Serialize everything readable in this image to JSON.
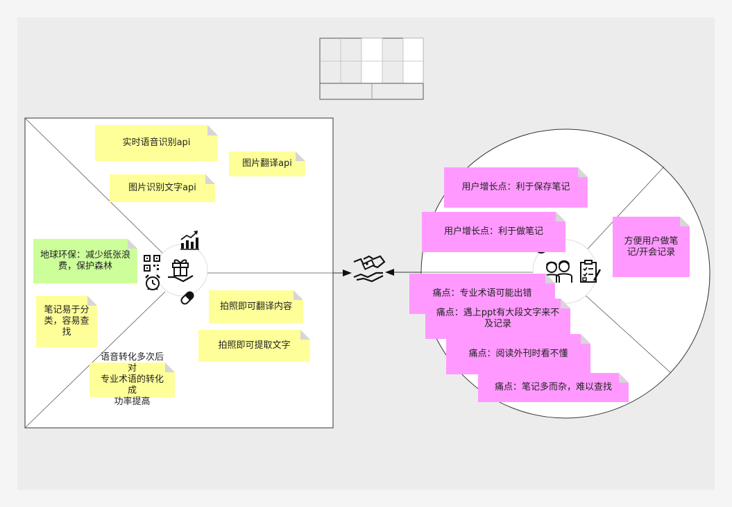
{
  "colors": {
    "canvas": "#ececec",
    "yellow_note": "#ffff99",
    "green_note": "#ccff99",
    "pink_note": "#ff99ff",
    "fold": "#d6d6d6",
    "stroke": "#333333"
  },
  "value_map": {
    "notes": [
      {
        "id": "realtime-speech-api",
        "text": "实时语音识别api",
        "color": "yellow"
      },
      {
        "id": "image-translate-api",
        "text": "图片翻译api",
        "color": "yellow"
      },
      {
        "id": "image-text-recognition-api",
        "text": "图片识别文字api",
        "color": "yellow"
      },
      {
        "id": "earth-protection",
        "text": "地球环保：减少纸张浪\n费，保护森林",
        "color": "green"
      },
      {
        "id": "notes-classify",
        "text": "笔记易于分\n类，容易查\n找",
        "color": "yellow"
      },
      {
        "id": "photo-translate",
        "text": "拍照即可翻译内容",
        "color": "yellow"
      },
      {
        "id": "photo-extract",
        "text": "拍照即可提取文字",
        "color": "yellow"
      },
      {
        "id": "speech-accuracy",
        "text": "语音转化多次后对\n专业术语的转化成\n功率提高",
        "color": "yellow"
      }
    ],
    "icons": [
      "gift-icon",
      "growth-chart-icon",
      "qr-code-icon",
      "alarm-clock-icon",
      "pill-icon"
    ]
  },
  "customer": {
    "notes": [
      {
        "id": "gain-save-notes",
        "text": "用户增长点：利于保存笔记",
        "color": "pink"
      },
      {
        "id": "gain-take-notes",
        "text": "用户增长点：利于做笔记",
        "color": "pink"
      },
      {
        "id": "job-convenient",
        "text": "方便用户做笔\n记/开会记录",
        "color": "pink"
      },
      {
        "id": "pain-terms",
        "text": "痛点：专业术语可能出错",
        "color": "pink"
      },
      {
        "id": "pain-ppt",
        "text": "痛点：遇上ppt有大段文字来不\n及记录",
        "color": "pink"
      },
      {
        "id": "pain-foreign",
        "text": "痛点：阅读外刊时看不懂",
        "color": "pink"
      },
      {
        "id": "pain-messy",
        "text": "痛点：笔记多而杂，难以查找",
        "color": "pink"
      }
    ],
    "icons": [
      "users-icon",
      "checklist-icon"
    ]
  },
  "connector": {
    "icon": "handshake-icon"
  }
}
